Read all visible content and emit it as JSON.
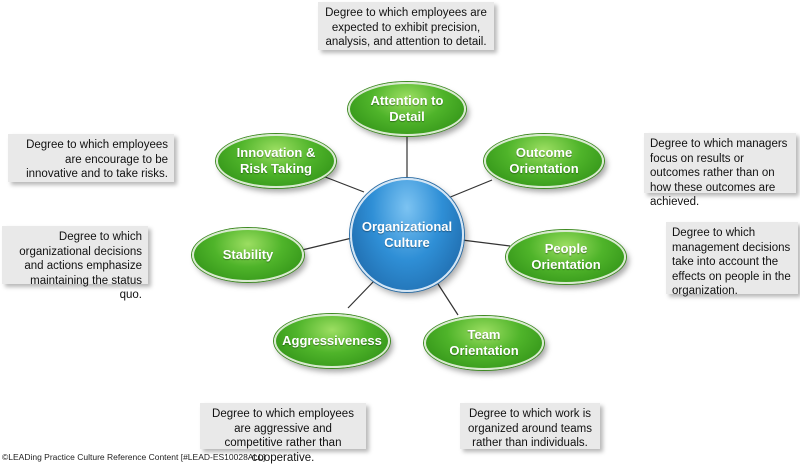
{
  "center": {
    "label": "Organizational Culture"
  },
  "nodes": {
    "attention": "Attention to Detail",
    "outcome": "Outcome Orientation",
    "people": "People Orientation",
    "team": "Team Orientation",
    "aggressiveness": "Aggressiveness",
    "stability": "Stability",
    "innovation": "Innovation & Risk Taking"
  },
  "descriptions": {
    "attention": "Degree to which employees are expected to exhibit precision, analysis, and attention to detail.",
    "outcome": "Degree to which managers focus on results or outcomes rather than on how these outcomes are achieved.",
    "people": "Degree to which management decisions take into account the effects on people in the organization.",
    "team": "Degree to which work is organized around teams rather than individuals.",
    "aggressiveness": "Degree to which employees are aggressive and competitive rather than cooperative.",
    "stability": "Degree to which organizational decisions and actions emphasize maintaining the status quo.",
    "innovation": "Degree to which employees are encourage to be innovative and to take risks."
  },
  "footer": "©LEADing Practice Culture Reference Content [#LEAD-ES10028ALL]",
  "colors": {
    "node_green": "#4fb42a",
    "center_blue": "#2f8fd6",
    "callout_gray": "#e9e9e9",
    "connector": "#333333"
  }
}
